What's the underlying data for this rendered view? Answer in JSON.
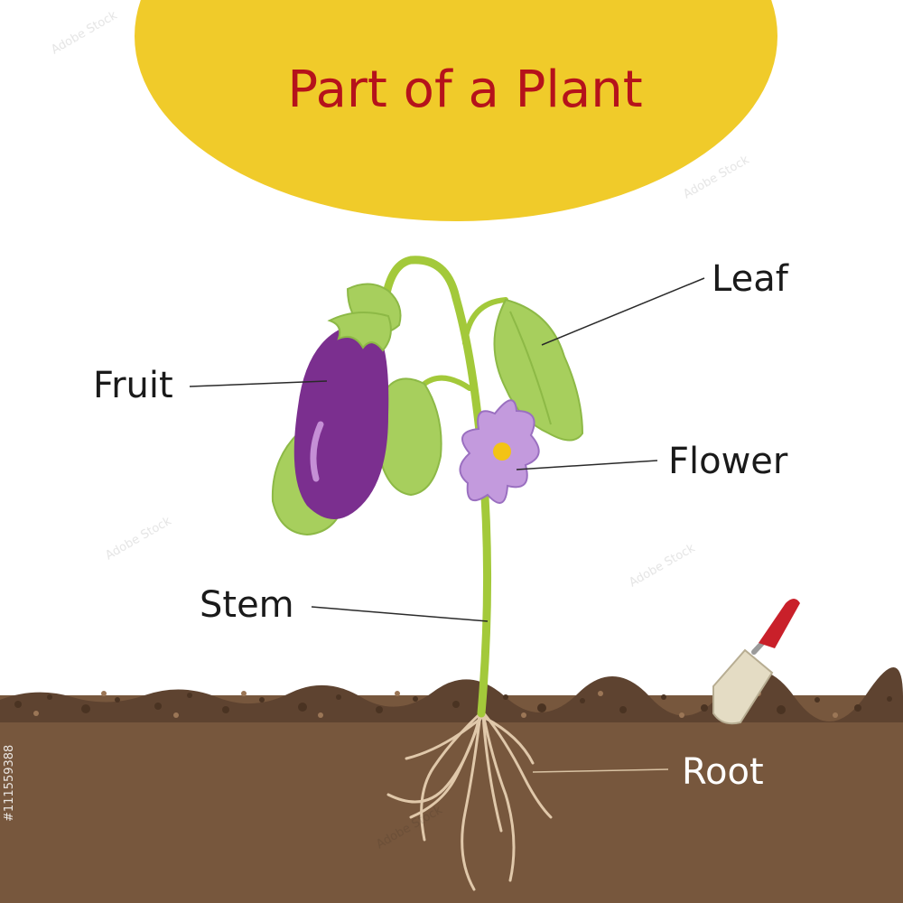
{
  "title": "Part of a Plant",
  "labels": {
    "leaf": "Leaf",
    "fruit": "Fruit",
    "flower": "Flower",
    "stem": "Stem",
    "root": "Root"
  },
  "watermark": {
    "brand": "Adobe Stock",
    "id": "#111559388"
  },
  "colors": {
    "title_circle": "#f0cb2a",
    "title_text": "#b5121b",
    "soil": "#77573d",
    "soil_top": "#5e4330",
    "stem": "#a3c93a",
    "leaf": "#a7cf5d",
    "fruit": "#7b2f8f",
    "flower": "#c39add",
    "root": "#e0c8aa"
  }
}
